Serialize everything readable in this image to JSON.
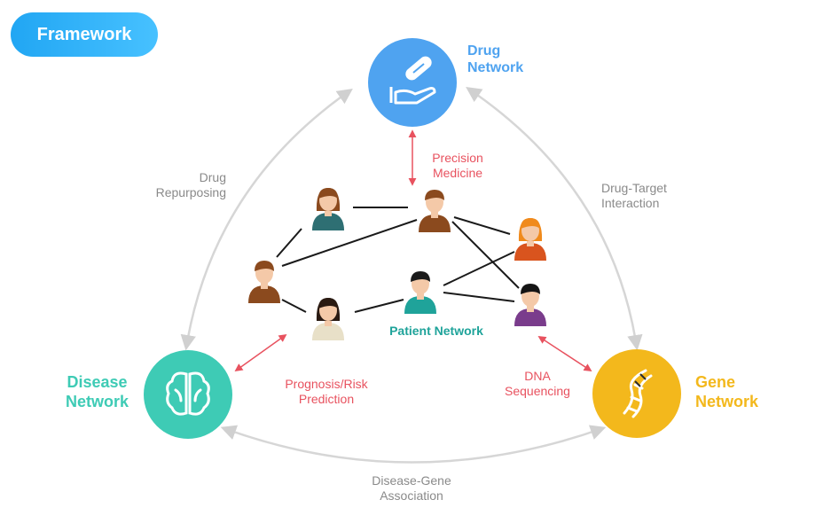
{
  "badge": "Framework",
  "nodes": {
    "drug": {
      "line1": "Drug",
      "line2": "Network",
      "color": "#4fa3f0"
    },
    "disease": {
      "line1": "Disease",
      "line2": "Network",
      "color": "#3ecbb5"
    },
    "gene": {
      "line1": "Gene",
      "line2": "Network",
      "color": "#f3b81c"
    }
  },
  "edges": {
    "drug_disease": {
      "line1": "Drug",
      "line2": "Repurposing"
    },
    "drug_gene": {
      "line1": "Drug-Target",
      "line2": "Interaction"
    },
    "disease_gene": {
      "line1": "Disease-Gene",
      "line2": "Association"
    }
  },
  "center_links": {
    "drug": {
      "line1": "Precision",
      "line2": "Medicine"
    },
    "disease": {
      "line1": "Prognosis/Risk",
      "line2": "Prediction"
    },
    "gene": {
      "line1": "DNA",
      "line2": "Sequencing"
    }
  },
  "patient_network": {
    "label": "Patient Network"
  },
  "colors": {
    "curve": "#d6d6d6",
    "link_red": "#e8525f",
    "network_line": "#1a1a1a"
  }
}
